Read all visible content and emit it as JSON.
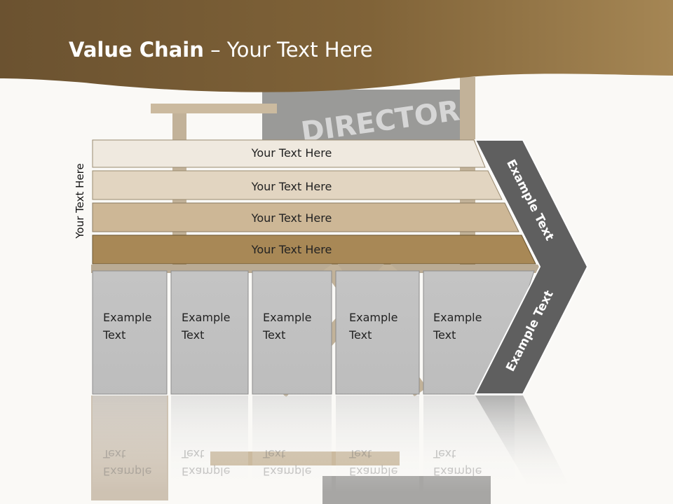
{
  "header": {
    "title_bold": "Value Chain",
    "title_rest": " – Your Text Here"
  },
  "background": {
    "chair_sign": "DIRECTOR"
  },
  "side_label": "Your Text Here",
  "bars": [
    {
      "label": "Your Text Here",
      "color": "#efe9df"
    },
    {
      "label": "Your Text Here",
      "color": "#e2d5c1"
    },
    {
      "label": "Your Text Here",
      "color": "#cdb796"
    },
    {
      "label": "Your Text Here",
      "color": "#a88856"
    }
  ],
  "columns": [
    {
      "line1": "Example",
      "line2": "Text"
    },
    {
      "line1": "Example",
      "line2": "Text"
    },
    {
      "line1": "Example",
      "line2": "Text"
    },
    {
      "line1": "Example",
      "line2": "Text"
    },
    {
      "line1": "Example",
      "line2": "Text"
    }
  ],
  "chevron": {
    "upper_label": "Example Text",
    "lower_label": "Example Text",
    "color": "#5f5f5f"
  },
  "colors": {
    "header_band": "#7a5f33",
    "column_fill": "#c0c0c0"
  }
}
